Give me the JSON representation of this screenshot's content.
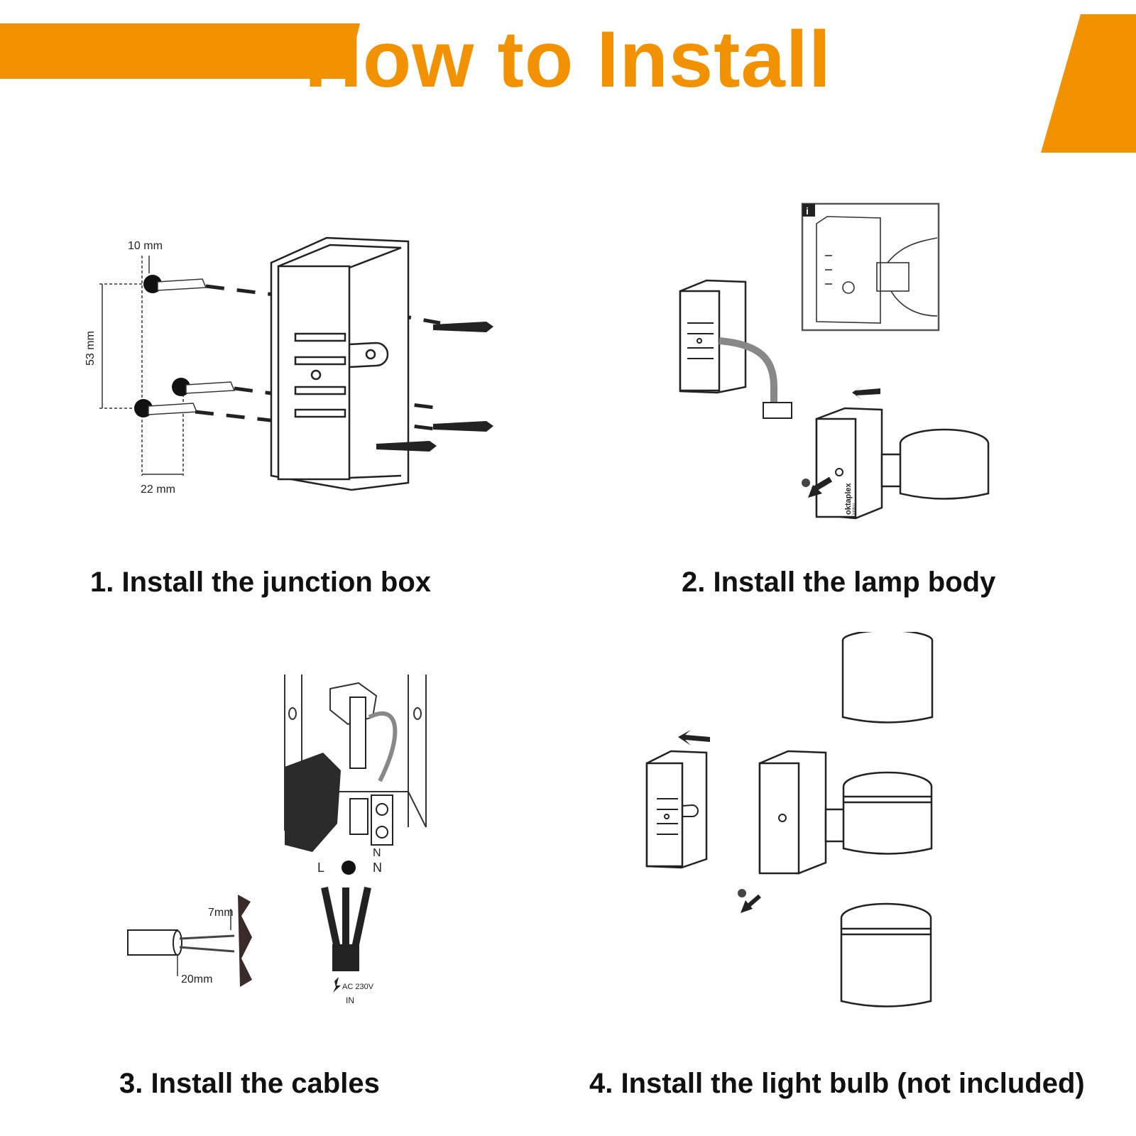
{
  "header": {
    "title": "How to Install",
    "accent": "#F39200"
  },
  "steps": [
    {
      "label": "1. Install the junction box"
    },
    {
      "label": "2. Install the lamp body"
    },
    {
      "label": "3. Install the cables"
    },
    {
      "label": "4. Install the light bulb (not included)"
    }
  ],
  "diagram1": {
    "dim_top": "10 mm",
    "dim_side": "53 mm",
    "dim_bottom": "22 mm"
  },
  "diagram2": {
    "info_badge": "i",
    "brand": "oktaplex",
    "brand_sub": "lighting"
  },
  "diagram3": {
    "strip_1": "7mm",
    "strip_2": "20mm",
    "live": "L",
    "neutral": "N",
    "supply": "AC 230V",
    "input": "IN"
  }
}
